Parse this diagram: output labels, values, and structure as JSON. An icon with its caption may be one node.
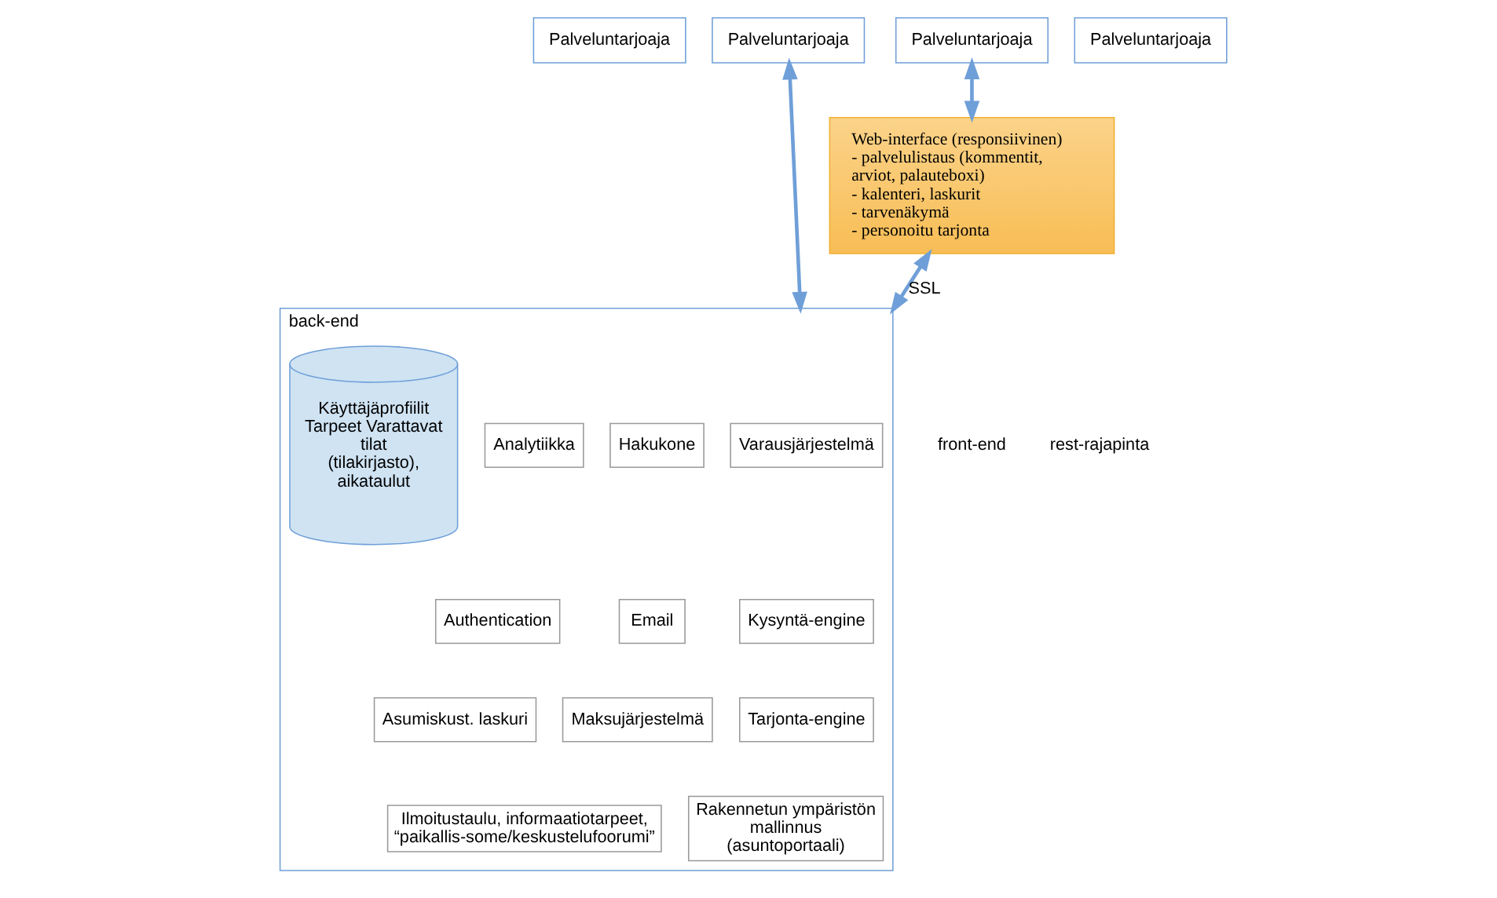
{
  "diagram": {
    "nodes": [
      {
        "text": [
          "Palveluntarjoaja"
        ]
      },
      {
        "text": [
          "Palveluntarjoaja"
        ]
      },
      {
        "text": [
          "Palveluntarjoaja"
        ]
      },
      {
        "text": [
          "Palveluntarjoaja"
        ]
      },
      {
        "text": [
          "Web-interface (responsiivinen)",
          "- palvelulistaus (kommentit, arviot, palauteboxi)",
          "- kalenteri, laskurit",
          "- tarvenäkymä",
          "- personoitu tarjonta"
        ]
      },
      {
        "text": [
          "back-end"
        ]
      },
      {
        "text": [
          "Varausjärjestelmä"
        ],
        "in": 5
      },
      {
        "text": [
          "Hakukone"
        ],
        "in": 5
      },
      {
        "text": [
          "Analytiikka"
        ],
        "in": 5
      },
      {
        "text": [
          "Kysyntä-engine"
        ],
        "in": 5
      },
      {
        "text": [
          "Email"
        ],
        "in": 5
      },
      {
        "text": [
          "Authentication"
        ],
        "in": 5
      },
      {
        "text": [
          "Tarjonta-engine"
        ],
        "in": 5
      },
      {
        "text": [
          "Maksujärjestelmä"
        ],
        "in": 5
      },
      {
        "text": [
          "Asumiskust. laskuri"
        ],
        "in": 5
      },
      {
        "text": [
          "Käyttäjäprofiilit Tarpeet Varattavat tilat (tilakirjasto), aikataulut"
        ],
        "in": 5
      },
      {
        "text": [
          "Rakennetun ympäristön mallinnus (asuntoportaali)"
        ],
        "in": 5
      },
      {
        "text": [
          "Ilmoitustaulu, informaatiotarpeet, “paikallis-some/keskustelufoorumi”"
        ],
        "in": 5
      }
    ],
    "edges": [
      {
        "from": 1,
        "to": 5,
        "arrow": "both"
      },
      {
        "from": 3,
        "to": 4,
        "arrow": "both"
      },
      {
        "from": 4,
        "to": 5,
        "arrow": "both",
        "label": "SSL"
      }
    ],
    "labels": [
      "front-end",
      "rest-rajapinta"
    ]
  }
}
